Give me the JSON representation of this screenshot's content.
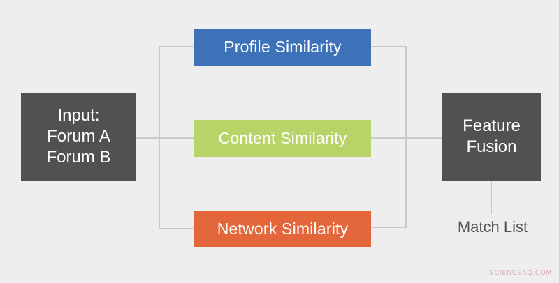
{
  "colors": {
    "background": "#eeeeee",
    "dark_box": "#515151",
    "connector": "#c9c9c9",
    "profile": "#3d72b8",
    "content": "#b8d468",
    "network": "#e4673c"
  },
  "nodes": {
    "input": {
      "label": "Input:\nForum A\nForum B"
    },
    "profile": {
      "label": "Profile Similarity"
    },
    "content": {
      "label": "Content Similarity"
    },
    "network": {
      "label": "Network Similarity"
    },
    "fusion": {
      "label": "Feature\nFusion"
    }
  },
  "output": {
    "label": "Match List"
  },
  "watermark": "SCIENCEAQ.COM"
}
